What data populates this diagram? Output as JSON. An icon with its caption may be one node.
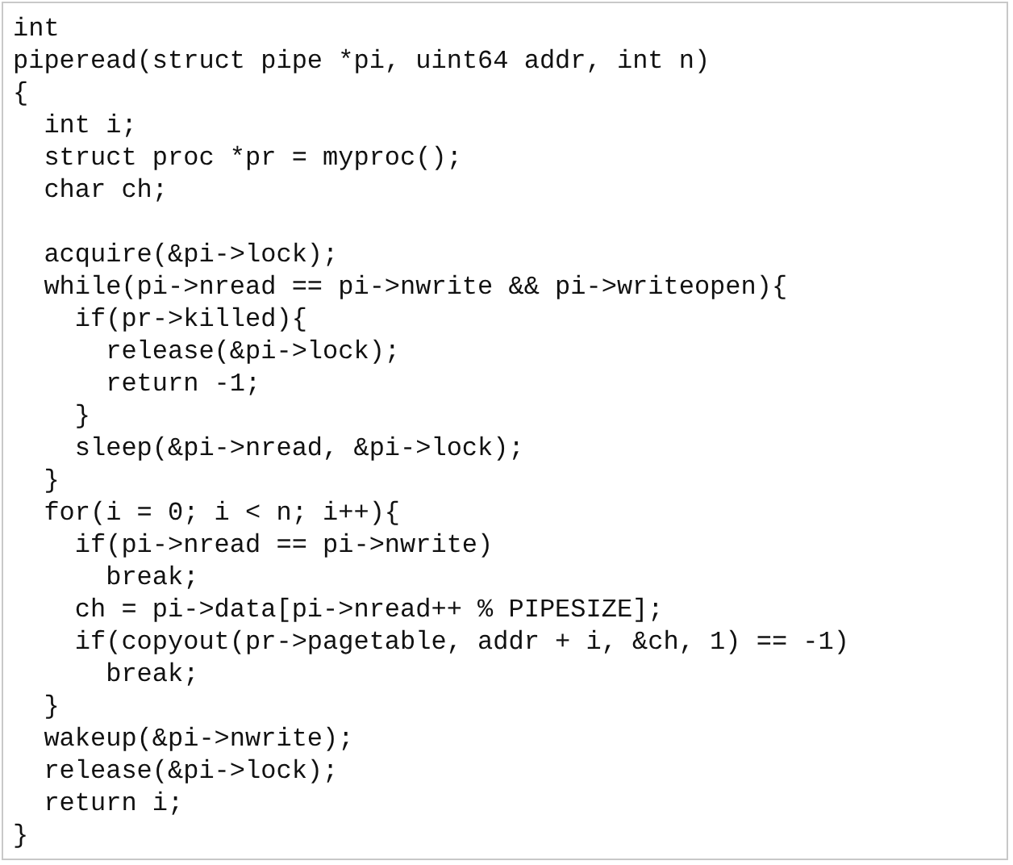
{
  "diagram": {
    "labels": [
      "int",
      "piperead(struct pipe *pi, uint64 addr, int n)",
      "{",
      "int i;",
      "struct proc *pr = myproc();",
      "char ch;",
      "acquire(&pi->lock);",
      "while(pi->nread == pi->nwrite && pi->writeopen){",
      "if(pr->killed){",
      "release(&pi->lock);",
      "return -1;",
      "}",
      "sleep(&pi->nread, &pi->lock);",
      "}",
      "for(i = 0; i < n; i++){",
      "if(pi->nread == pi->nwrite)",
      "break;",
      "ch = pi->data[pi->nread++ % PIPESIZE];",
      "if(copyout(pr->pagetable, addr + i, &ch, 1) == -1)",
      "break;",
      "}",
      "wakeup(&pi->nwrite);",
      "release(&pi->lock);",
      "return i;",
      "}"
    ]
  }
}
